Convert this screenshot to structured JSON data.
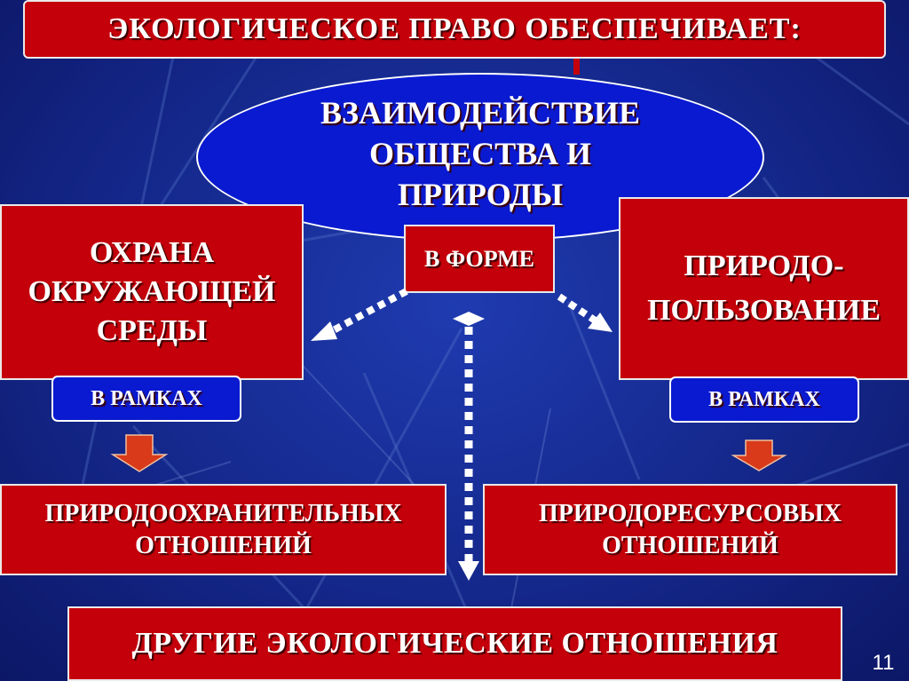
{
  "title": "ЭКОЛОГИЧЕСКОЕ ПРАВО ОБЕСПЕЧИВАЕТ:",
  "center": "ВЗАИМОДЕЙСТВИЕ\nОБЩЕСТВА И\nПРИРОДЫ",
  "form_label": "В ФОРМЕ",
  "left": {
    "main": "ОХРАНА\nОКРУЖАЮЩЕЙ\nСРЕДЫ",
    "frame": "В РАМКАХ",
    "relations": "ПРИРОДООХРАНИТЕЛЬНЫХ\nОТНОШЕНИЙ"
  },
  "right": {
    "main": "ПРИРОДО-\nПОЛЬЗОВАНИЕ",
    "frame": "В РАМКАХ",
    "relations": "ПРИРОДОРЕСУРСОВЫХ\nОТНОШЕНИЙ"
  },
  "bottom": "ДРУГИЕ ЭКОЛОГИЧЕСКИЕ ОТНОШЕНИЯ",
  "page_number": "11",
  "colors": {
    "box_red": "#c4000b",
    "box_blue": "#0a1ad0",
    "background": "#14278a",
    "arrow_orange": "#d83a1a"
  }
}
